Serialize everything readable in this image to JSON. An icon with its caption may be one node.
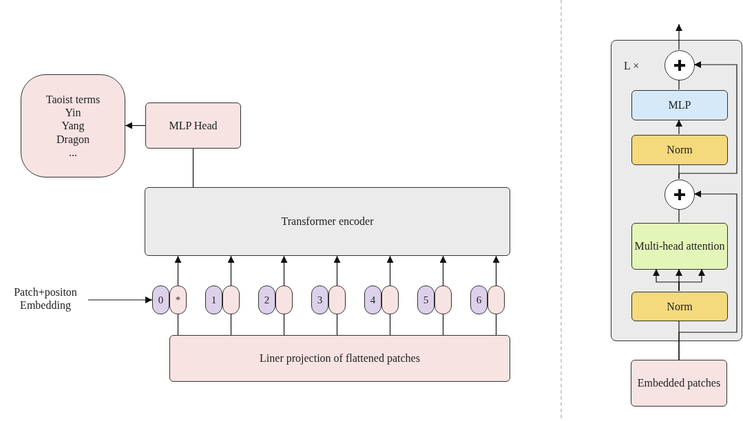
{
  "diagram": {
    "nodes": [
      {
        "text": [
          "Taoist terms",
          "Yin",
          "Yang",
          "Dragon",
          "..."
        ]
      },
      {
        "text": [
          "MLP Head"
        ]
      },
      {
        "text": [
          "Transformer encoder"
        ]
      },
      {
        "text": [
          "Patch+positon Embedding"
        ]
      },
      {
        "text": [
          "0"
        ]
      },
      {
        "text": [
          "*"
        ]
      },
      {
        "text": [
          "1"
        ]
      },
      {
        "text": [],
        "shape": "box"
      },
      {
        "text": [
          "2"
        ]
      },
      {
        "text": [],
        "shape": "box"
      },
      {
        "text": [
          "3"
        ]
      },
      {
        "text": [],
        "shape": "box"
      },
      {
        "text": [
          "4"
        ]
      },
      {
        "text": [],
        "shape": "box"
      },
      {
        "text": [
          "5"
        ]
      },
      {
        "text": [],
        "shape": "box"
      },
      {
        "text": [
          "6"
        ]
      },
      {
        "text": [],
        "shape": "box"
      },
      {
        "text": [
          "Liner projection of flattened patches"
        ]
      },
      {
        "text": [
          "L ×"
        ]
      },
      {
        "text": [],
        "shape": "circle",
        "in": 19
      },
      {
        "text": [
          "MLP"
        ],
        "in": 19
      },
      {
        "text": [
          "Norm"
        ],
        "in": 19
      },
      {
        "text": [],
        "shape": "circle",
        "in": 19
      },
      {
        "text": [
          "Multi-head attention"
        ],
        "in": 19
      },
      {
        "text": [
          "Norm"
        ],
        "in": 19
      },
      {
        "text": [
          "Embedded patches"
        ]
      }
    ],
    "edges": [
      {
        "from": 1,
        "to": 0,
        "arrow": "to"
      },
      {
        "from": 2,
        "to": 1,
        "arrow": "none"
      },
      {
        "from": 3,
        "to": 4,
        "arrow": "to"
      },
      {
        "from": 5,
        "to": 2,
        "arrow": "to"
      },
      {
        "from": 7,
        "to": 2,
        "arrow": "to"
      },
      {
        "from": 9,
        "to": 2,
        "arrow": "to"
      },
      {
        "from": 11,
        "to": 2,
        "arrow": "to"
      },
      {
        "from": 13,
        "to": 2,
        "arrow": "to"
      },
      {
        "from": 15,
        "to": 2,
        "arrow": "to"
      },
      {
        "from": 17,
        "to": 2,
        "arrow": "to"
      },
      {
        "from": 18,
        "to": 5,
        "arrow": "none"
      },
      {
        "from": 18,
        "to": 7,
        "arrow": "none"
      },
      {
        "from": 18,
        "to": 9,
        "arrow": "none"
      },
      {
        "from": 18,
        "to": 11,
        "arrow": "none"
      },
      {
        "from": 18,
        "to": 13,
        "arrow": "none"
      },
      {
        "from": 18,
        "to": 15,
        "arrow": "none"
      },
      {
        "from": 18,
        "to": 17,
        "arrow": "none"
      },
      {
        "from": 26,
        "to": 25,
        "arrow": "none"
      },
      {
        "from": 26,
        "to": 23,
        "arrow": "to"
      },
      {
        "from": 25,
        "to": 24,
        "arrow": "to"
      },
      {
        "from": 25,
        "to": 24,
        "arrow": "to"
      },
      {
        "from": 25,
        "to": 24,
        "arrow": "to"
      },
      {
        "from": 24,
        "to": 23,
        "arrow": "none"
      },
      {
        "from": 23,
        "to": 22,
        "arrow": "none"
      },
      {
        "from": 23,
        "to": 20,
        "arrow": "to"
      },
      {
        "from": 22,
        "to": 21,
        "arrow": "to"
      },
      {
        "from": 21,
        "to": 20,
        "arrow": "none"
      },
      {
        "from": 20,
        "to": null,
        "arrow": "to"
      }
    ]
  }
}
